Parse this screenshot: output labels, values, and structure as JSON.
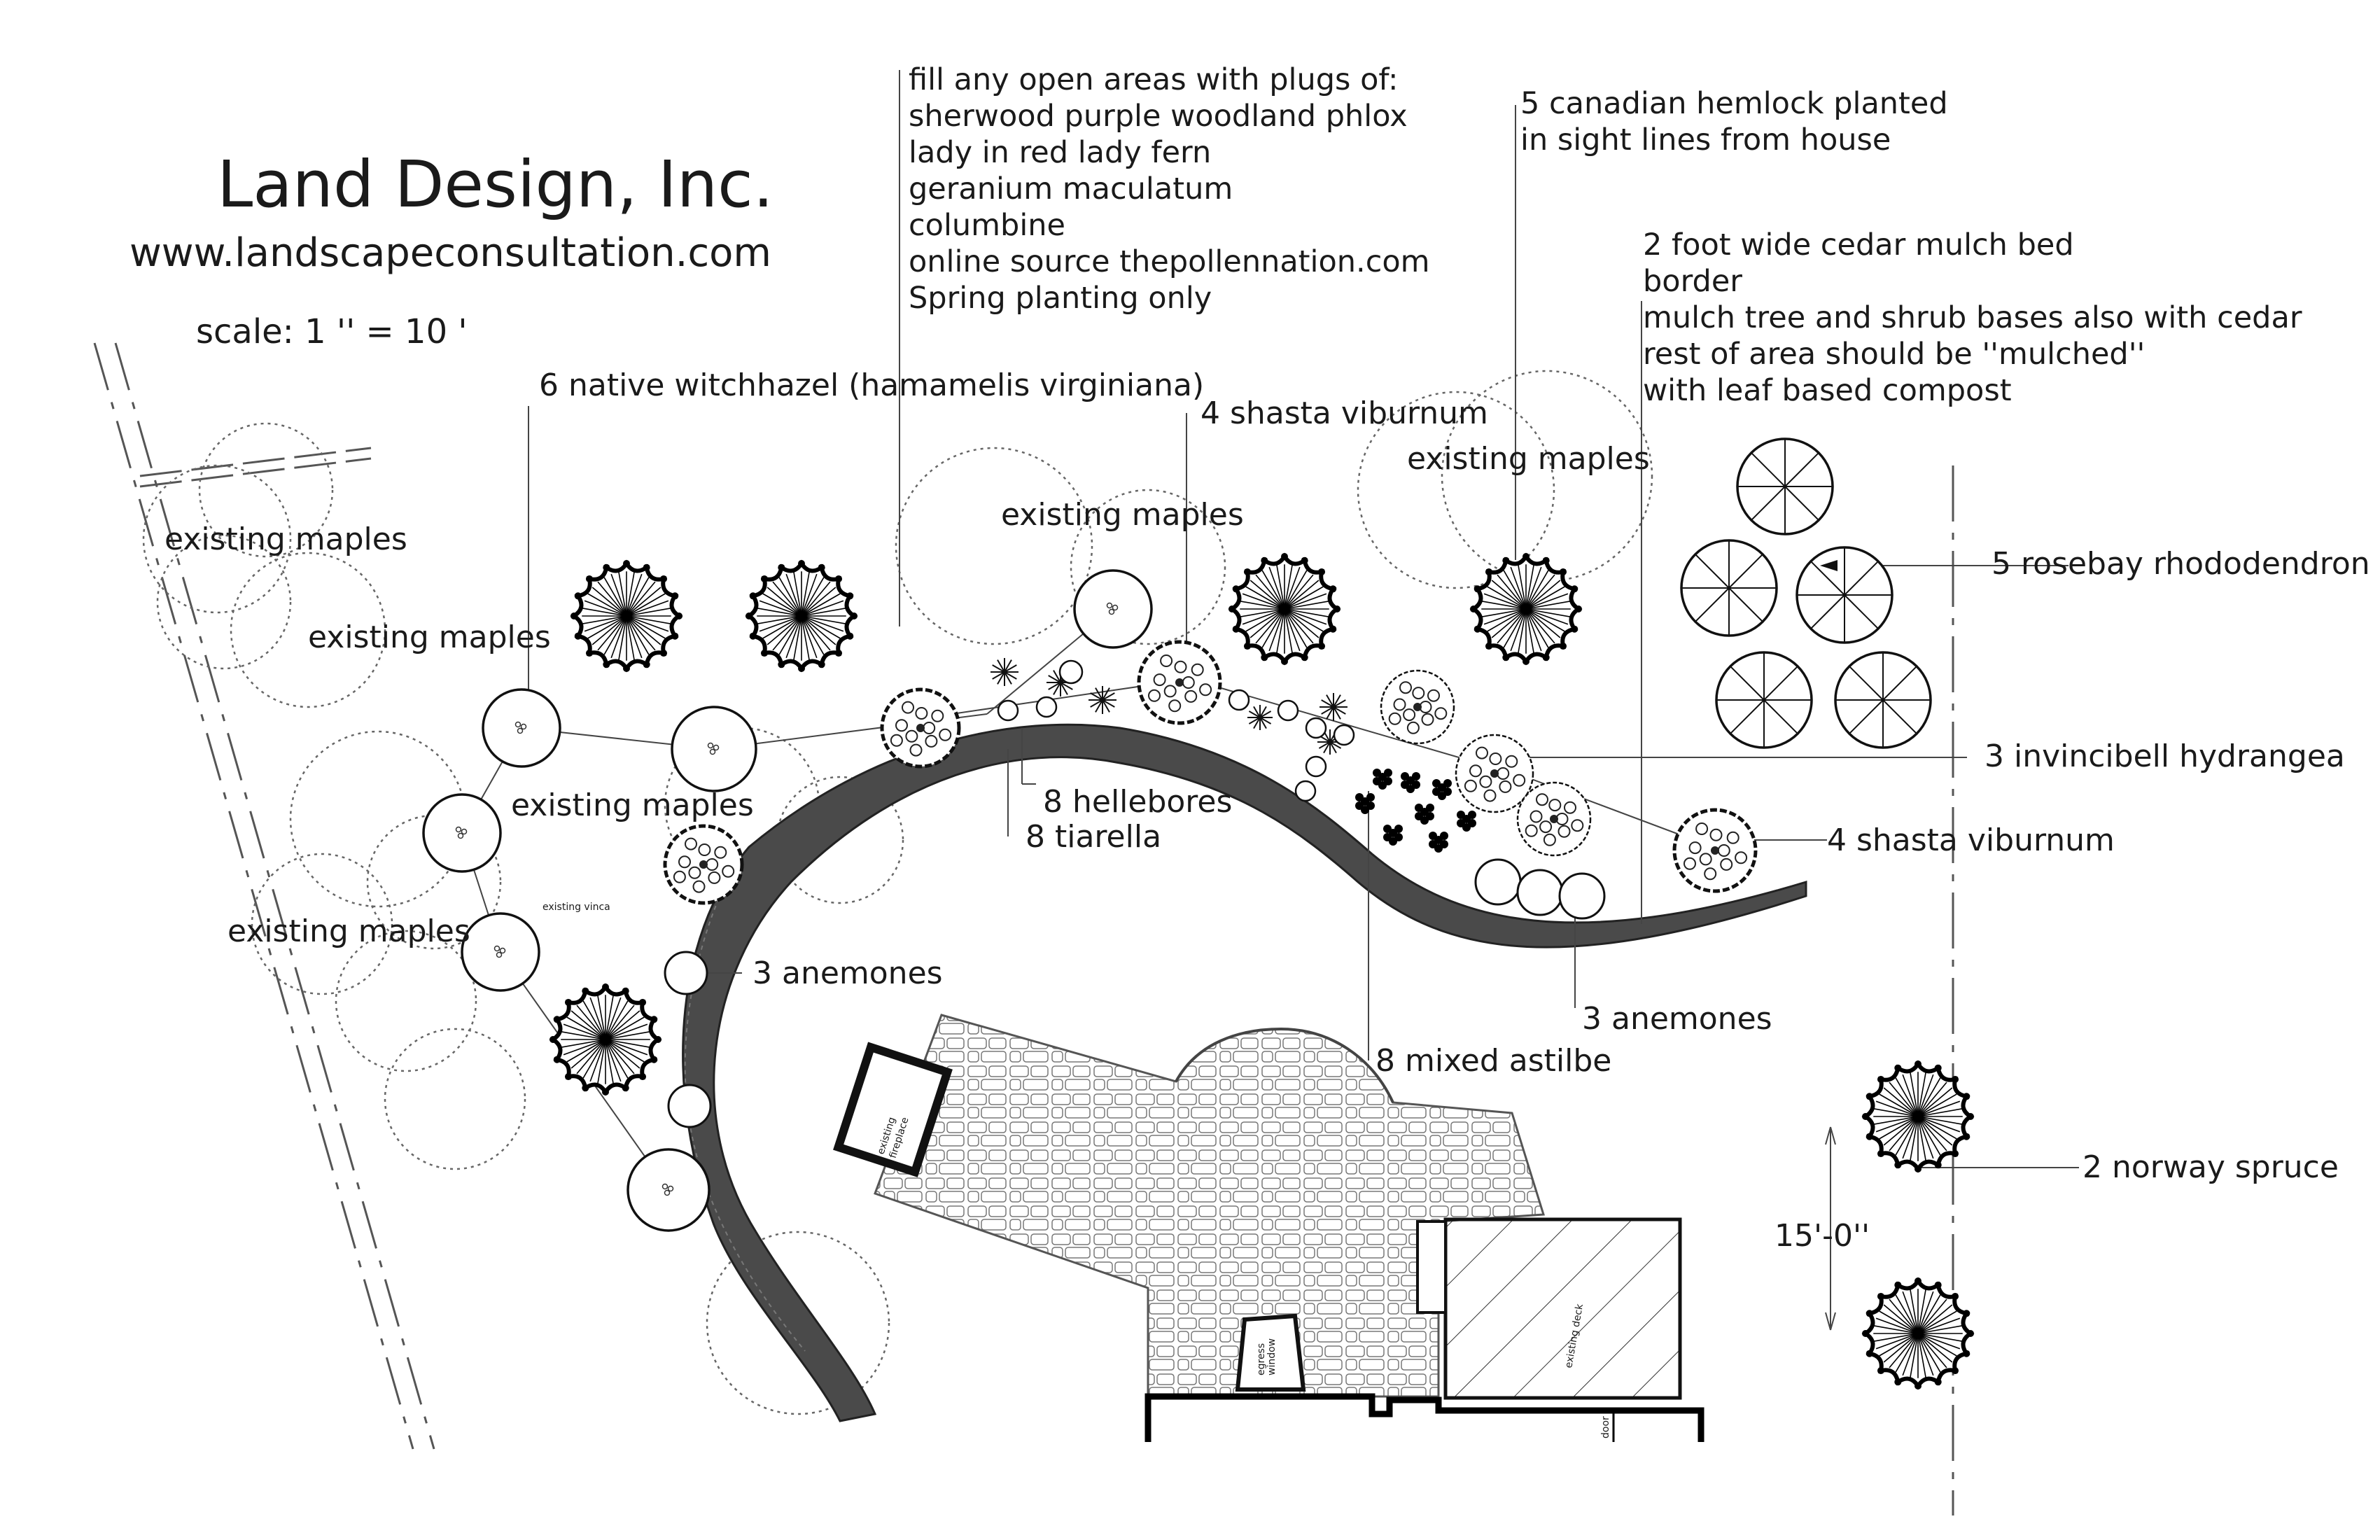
{
  "title_block": {
    "company": "Land Design, Inc.",
    "website": "www.landscapeconsultation.com",
    "scale": "scale: 1 '' = 10 '"
  },
  "notes": {
    "plugs": [
      "fill any open areas with plugs of:",
      "sherwood purple woodland phlox",
      "lady in red lady fern",
      "geranium maculatum",
      "columbine",
      "online source thepollennation.com",
      "Spring planting only"
    ],
    "hemlock": [
      "5 canadian hemlock planted",
      "in sight lines from house"
    ],
    "mulch": [
      "2 foot wide cedar mulch bed",
      "border",
      "mulch tree and shrub bases also with cedar",
      "rest of area should be ''mulched''",
      "with leaf based compost"
    ]
  },
  "labels": {
    "witchhazel": "6 native witchhazel (hamamelis virginiana)",
    "shasta_top": "4 shasta viburnum",
    "maples_1": "existing maples",
    "maples_2": "existing maples",
    "maples_3": "existing maples",
    "maples_4": "existing maples",
    "maples_5": "existing maples",
    "maples_6": "existing maples",
    "rhododendron": "5 rosebay rhododendron",
    "hydrangea": "3 invincibell hydrangea",
    "shasta_right": "4 shasta viburnum",
    "hellebores": "8 hellebores",
    "tiarella": "8 tiarella",
    "anemones_left": "3 anemones",
    "anemones_right": "3 anemones",
    "astilbe": "8 mixed astilbe",
    "spruce": "2 norway spruce",
    "existing_vinca": "existing vinca",
    "fireplace_1": "existing",
    "fireplace_2": "fireplace",
    "egress_1": "egress",
    "egress_2": "window",
    "deck": "existing deck",
    "door": "door",
    "dimension": "15'-0''"
  }
}
